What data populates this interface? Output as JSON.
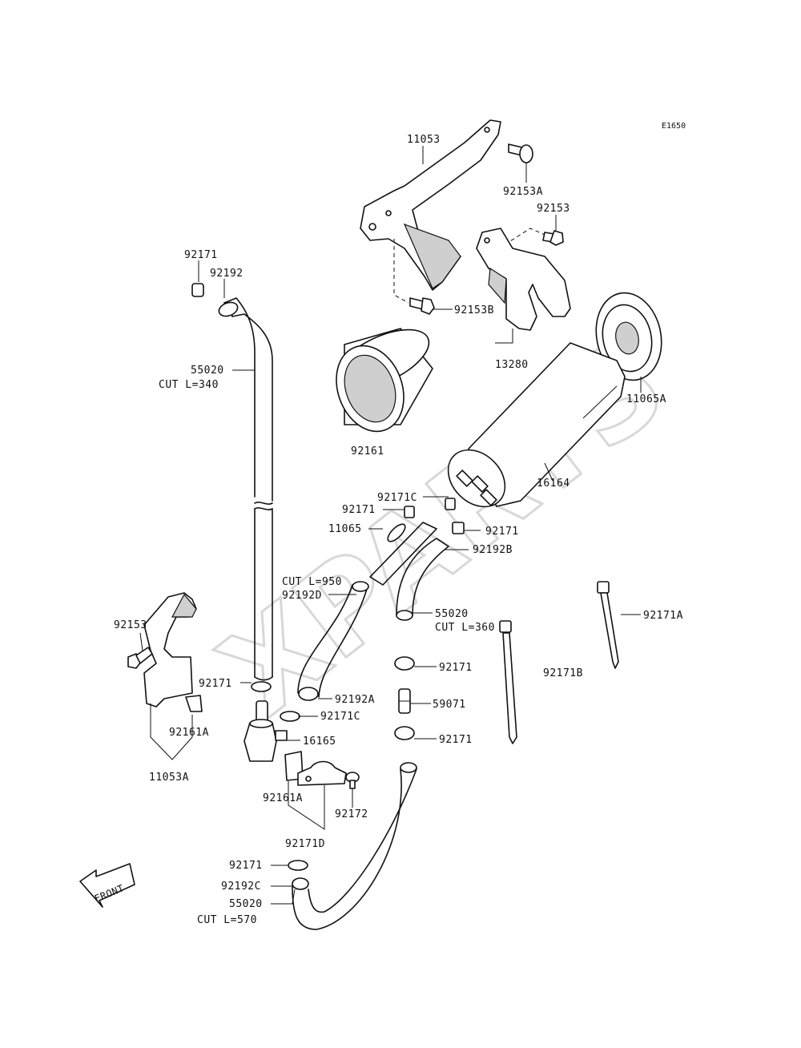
{
  "diagram_code": "E1650",
  "watermark": "XPARTS",
  "front_label": "FRONT",
  "callouts": {
    "p11053": "11053",
    "p92153A": "92153A",
    "p92153_top": "92153",
    "p92153B": "92153B",
    "p13280": "13280",
    "p11065A": "11065A",
    "p92161": "92161",
    "p16164": "16164",
    "p92171_tl": "92171",
    "p92192": "92192",
    "p55020_a": "55020",
    "cut_340": "CUT L=340",
    "p92171C_a": "92171C",
    "p92171_b": "92171",
    "p11065": "11065",
    "p92171_c": "92171",
    "p92192B": "92192B",
    "cut_950": "CUT L=950",
    "p92192D": "92192D",
    "p55020_b": "55020",
    "cut_360": "CUT L=360",
    "p92171A": "92171A",
    "p92153_left": "92153",
    "p92171_d": "92171",
    "p92171B": "92171B",
    "p92171_e": "92171",
    "p92192A": "92192A",
    "p92171C_b": "92171C",
    "p59071": "59071",
    "p92161A_a": "92161A",
    "p16165": "16165",
    "p92171_f": "92171",
    "p11053A": "11053A",
    "p92161A_b": "92161A",
    "p92172": "92172",
    "p92171D": "92171D",
    "p92171_g": "92171",
    "p92192C": "92192C",
    "p55020_c": "55020",
    "cut_570": "CUT L=570"
  }
}
